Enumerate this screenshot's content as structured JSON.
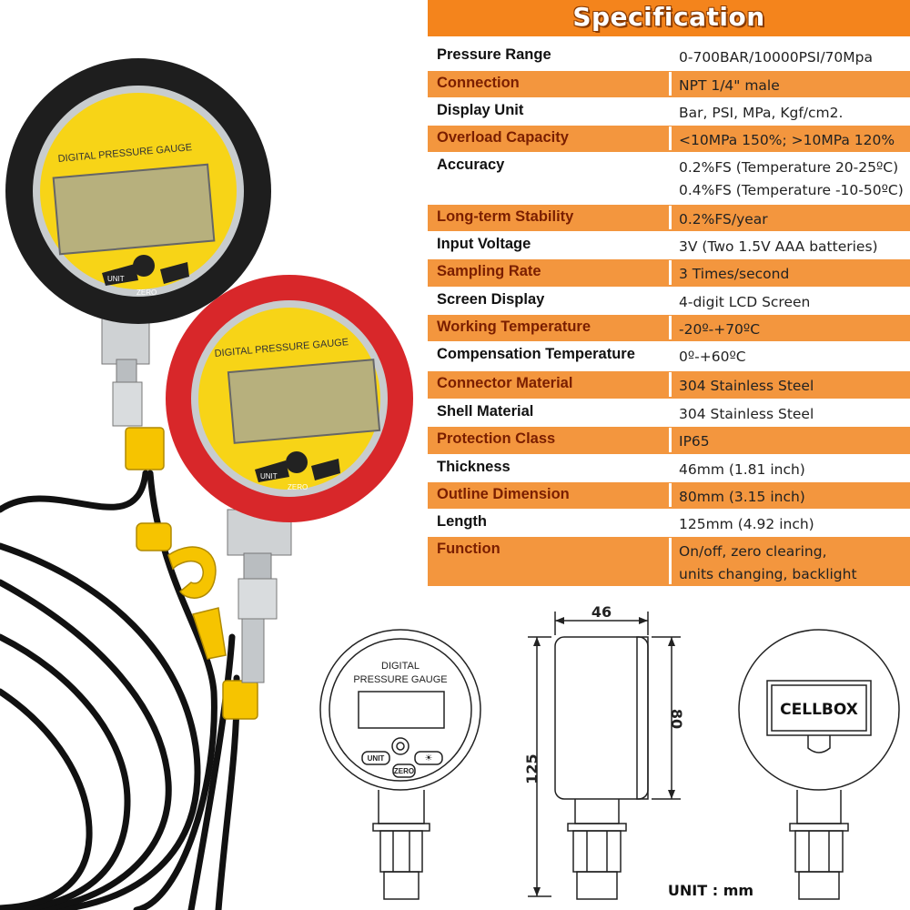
{
  "header": {
    "title": "Specification"
  },
  "specs": [
    {
      "label": "Pressure Range",
      "values": [
        "0-700BAR/10000PSI/70Mpa"
      ]
    },
    {
      "label": "Connection",
      "values": [
        "NPT 1/4\" male"
      ]
    },
    {
      "label": "Display Unit",
      "values": [
        "Bar, PSI, MPa, Kgf/cm2."
      ]
    },
    {
      "label": "Overload Capacity",
      "values": [
        "<10MPa 150%; >10MPa 120%"
      ]
    },
    {
      "label": "Accuracy",
      "values": [
        "0.2%FS (Temperature 20-25ºC)",
        "0.4%FS (Temperature -10-50ºC)"
      ]
    },
    {
      "label": "Long-term Stability",
      "values": [
        "0.2%FS/year"
      ]
    },
    {
      "label": "Input Voltage",
      "values": [
        "3V (Two 1.5V AAA batteries)"
      ]
    },
    {
      "label": "Sampling Rate",
      "values": [
        "3 Times/second"
      ]
    },
    {
      "label": "Screen Display",
      "values": [
        "4-digit LCD Screen"
      ]
    },
    {
      "label": "Working Temperature",
      "values": [
        "-20º-+70ºC"
      ]
    },
    {
      "label": "Compensation Temperature",
      "values": [
        "0º-+60ºC"
      ]
    },
    {
      "label": "Connector Material",
      "values": [
        "304 Stainless Steel"
      ]
    },
    {
      "label": "Shell Material",
      "values": [
        "304 Stainless Steel"
      ]
    },
    {
      "label": "Protection Class",
      "values": [
        "IP65"
      ]
    },
    {
      "label": "Thickness",
      "values": [
        "46mm (1.81 inch)"
      ]
    },
    {
      "label": "Outline Dimension",
      "values": [
        "80mm (3.15 inch)"
      ]
    },
    {
      "label": "Length",
      "values": [
        "125mm (4.92 inch)"
      ]
    },
    {
      "label": "Function",
      "values": [
        "On/off, zero clearing,",
        "units changing, backlight"
      ]
    }
  ],
  "photo": {
    "gauge_title": "DIGITAL PRESSURE GAUGE",
    "unit_button": "UNIT",
    "zero_button": "ZERO"
  },
  "drawing": {
    "front_title_line1": "DIGITAL",
    "front_title_line2": "PRESSURE GAUGE",
    "unit_button": "UNIT",
    "zero_button": "ZERO",
    "thickness_dim": "46",
    "outline_dim": "80",
    "length_dim": "125",
    "brand_label": "CELLBOX",
    "unit_note": "UNIT : mm"
  },
  "colors": {
    "accent": "#f4841c",
    "row_alt": "#f3963e",
    "gauge_face": "#f7d417",
    "lcd": "#b7b07d",
    "rubber_black": "#1e1e1e",
    "rubber_red": "#d8272a"
  }
}
